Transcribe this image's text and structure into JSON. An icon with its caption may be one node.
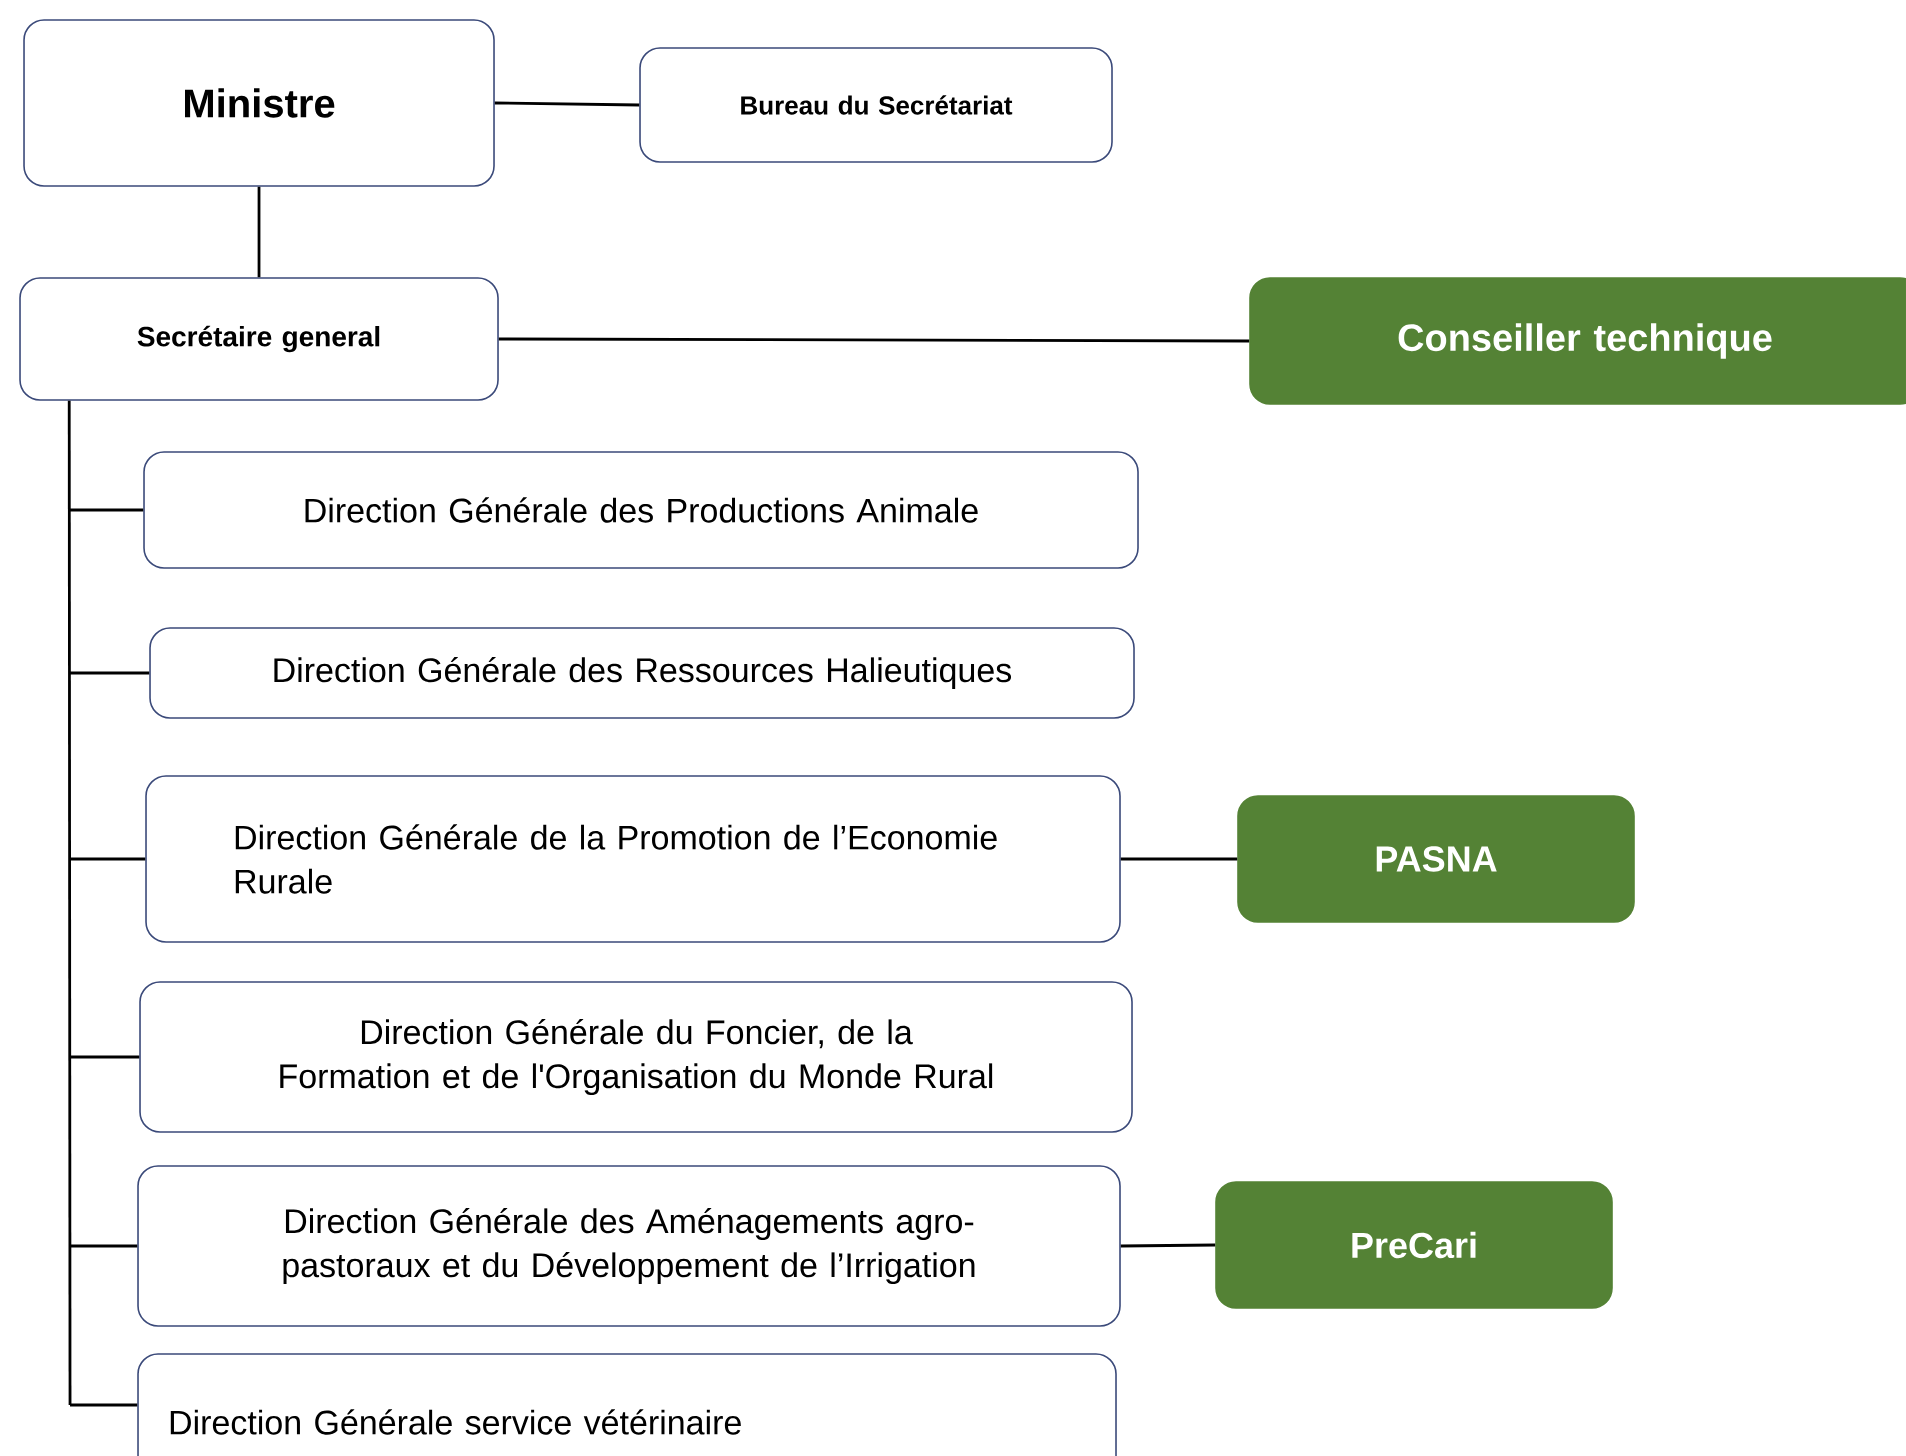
{
  "diagram": {
    "nodes": [
      {
        "text": [
          "Ministre"
        ]
      },
      {
        "text": [
          "Bureau du Secrétariat"
        ]
      },
      {
        "text": [
          "Secrétaire general"
        ]
      },
      {
        "text": [
          "Conseiller technique"
        ]
      },
      {
        "text": [
          "Direction Générale des Productions Animale"
        ]
      },
      {
        "text": [
          "Direction Générale des Ressources Halieutiques"
        ]
      },
      {
        "text": [
          "Direction Générale de la Promotion de l’Economie Rurale"
        ]
      },
      {
        "text": [
          "PASNA"
        ]
      },
      {
        "text": [
          "Direction Générale du Foncier, de la Formation et de l'Organisation du Monde Rural"
        ]
      },
      {
        "text": [
          "Direction Générale des Aménagements agro-pastoraux et du Développement de l’Irrigation"
        ]
      },
      {
        "text": [
          "PreCari"
        ]
      },
      {
        "text": [
          "Direction Générale service vétérinaire"
        ]
      }
    ],
    "edges": [
      {
        "from": 0,
        "to": 1,
        "arrow": "none"
      },
      {
        "from": 0,
        "to": 2,
        "arrow": "none"
      },
      {
        "from": 2,
        "to": 3,
        "arrow": "none"
      },
      {
        "from": 2,
        "to": 4,
        "arrow": "none"
      },
      {
        "from": 2,
        "to": 5,
        "arrow": "none"
      },
      {
        "from": 2,
        "to": 6,
        "arrow": "none"
      },
      {
        "from": 6,
        "to": 7,
        "arrow": "none"
      },
      {
        "from": 2,
        "to": 8,
        "arrow": "none"
      },
      {
        "from": 2,
        "to": 9,
        "arrow": "none"
      },
      {
        "from": 9,
        "to": 10,
        "arrow": "none"
      },
      {
        "from": 2,
        "to": 11,
        "arrow": "none"
      }
    ]
  }
}
